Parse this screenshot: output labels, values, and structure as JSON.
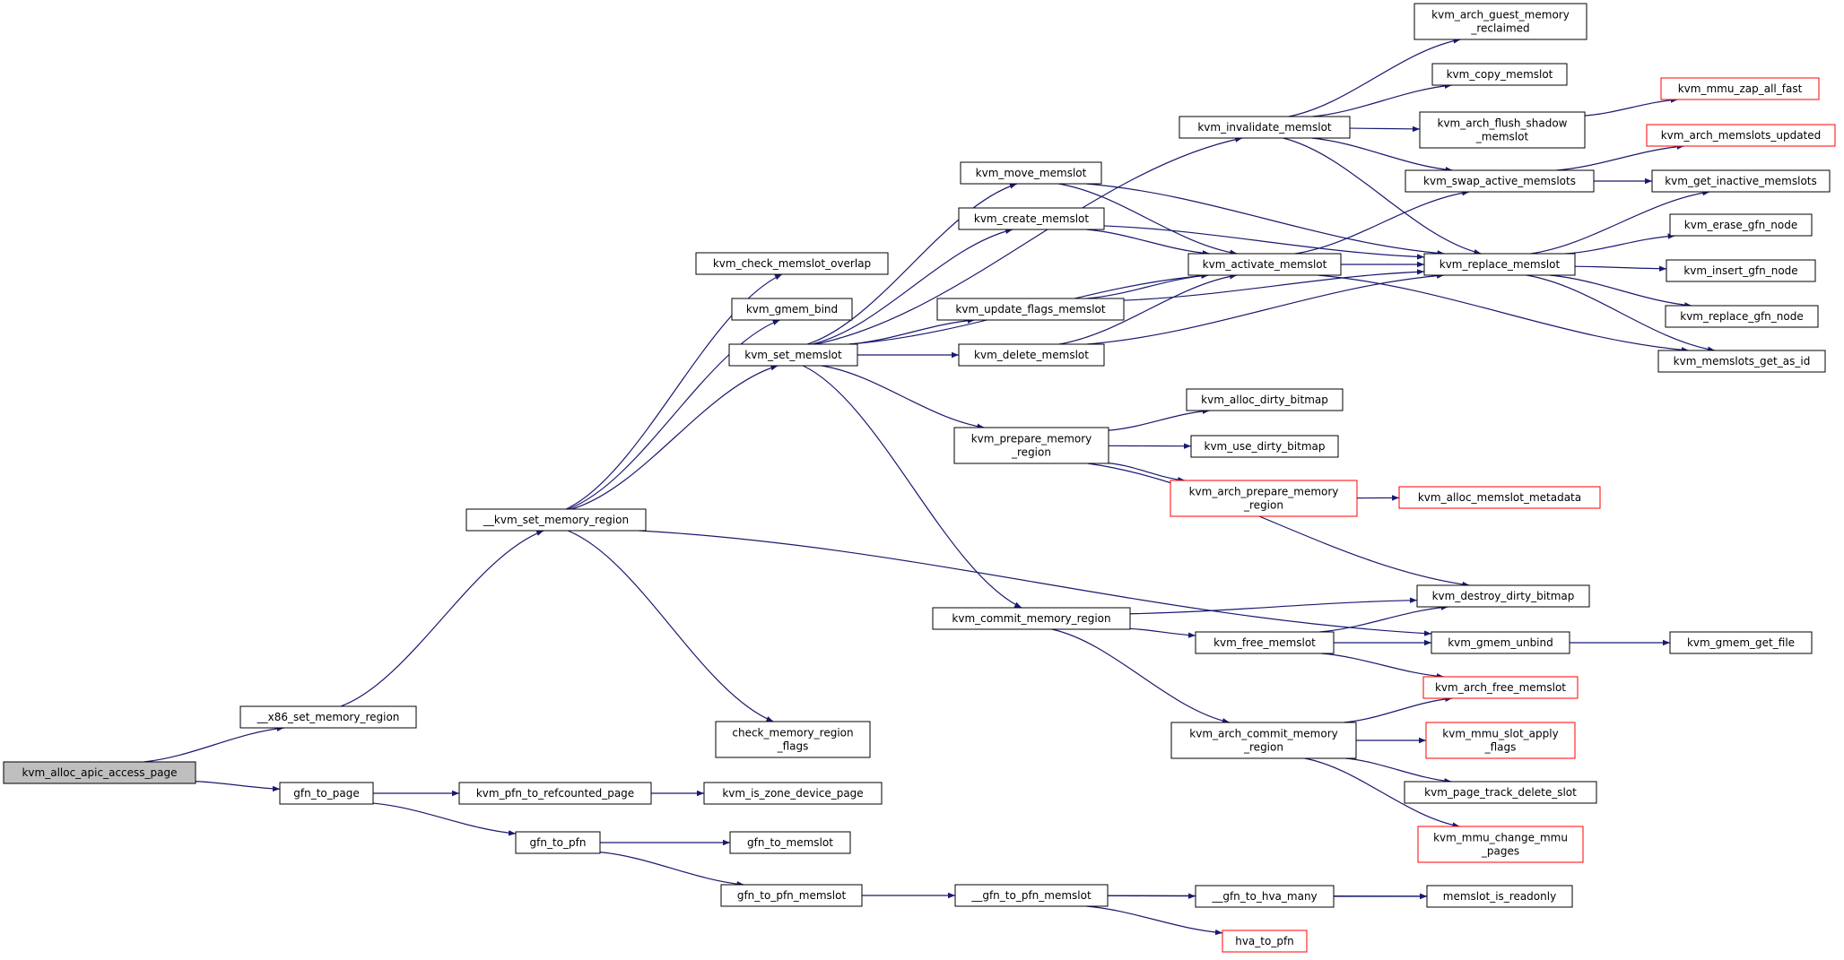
{
  "graph": {
    "colors": {
      "edge": "#191970",
      "node_border": "#000000",
      "node_fill": "#ffffff",
      "root_fill": "#bfbfbf",
      "external_border": "#ff0000"
    },
    "nodes": [
      {
        "id": "n0",
        "lines": [
          "kvm_alloc_apic_access_page"
        ],
        "style": "root"
      },
      {
        "id": "n1",
        "lines": [
          "__x86_set_memory_region"
        ]
      },
      {
        "id": "n2",
        "lines": [
          "gfn_to_page"
        ]
      },
      {
        "id": "n3",
        "lines": [
          "__kvm_set_memory_region"
        ]
      },
      {
        "id": "n4",
        "lines": [
          "kvm_check_memslot_overlap"
        ]
      },
      {
        "id": "n5",
        "lines": [
          "kvm_gmem_bind"
        ]
      },
      {
        "id": "n6",
        "lines": [
          "kvm_set_memslot"
        ]
      },
      {
        "id": "n7",
        "lines": [
          "check_memory_region",
          "_flags"
        ]
      },
      {
        "id": "n8",
        "lines": [
          "kvm_pfn_to_refcounted_page"
        ]
      },
      {
        "id": "n9",
        "lines": [
          "gfn_to_pfn"
        ]
      },
      {
        "id": "n10",
        "lines": [
          "kvm_is_zone_device_page"
        ]
      },
      {
        "id": "n11",
        "lines": [
          "gfn_to_memslot"
        ]
      },
      {
        "id": "n12",
        "lines": [
          "gfn_to_pfn_memslot"
        ]
      },
      {
        "id": "n13",
        "lines": [
          "__gfn_to_pfn_memslot"
        ]
      },
      {
        "id": "n14",
        "lines": [
          "kvm_move_memslot"
        ]
      },
      {
        "id": "n15",
        "lines": [
          "kvm_create_memslot"
        ]
      },
      {
        "id": "n16",
        "lines": [
          "kvm_update_flags_memslot"
        ]
      },
      {
        "id": "n17",
        "lines": [
          "kvm_delete_memslot"
        ]
      },
      {
        "id": "n18",
        "lines": [
          "kvm_prepare_memory",
          "_region"
        ]
      },
      {
        "id": "n19",
        "lines": [
          "kvm_commit_memory_region"
        ]
      },
      {
        "id": "n20",
        "lines": [
          "kvm_invalidate_memslot"
        ]
      },
      {
        "id": "n21",
        "lines": [
          "kvm_activate_memslot"
        ]
      },
      {
        "id": "n22",
        "lines": [
          "kvm_alloc_dirty_bitmap"
        ]
      },
      {
        "id": "n23",
        "lines": [
          "kvm_use_dirty_bitmap"
        ]
      },
      {
        "id": "n24",
        "lines": [
          "kvm_arch_prepare_memory",
          "_region"
        ],
        "style": "external"
      },
      {
        "id": "n25",
        "lines": [
          "kvm_free_memslot"
        ]
      },
      {
        "id": "n26",
        "lines": [
          "kvm_arch_commit_memory",
          "_region"
        ]
      },
      {
        "id": "n27",
        "lines": [
          "__gfn_to_hva_many"
        ]
      },
      {
        "id": "n28",
        "lines": [
          "hva_to_pfn"
        ],
        "style": "external"
      },
      {
        "id": "n29",
        "lines": [
          "kvm_arch_guest_memory",
          "_reclaimed"
        ]
      },
      {
        "id": "n30",
        "lines": [
          "kvm_copy_memslot"
        ]
      },
      {
        "id": "n31",
        "lines": [
          "kvm_arch_flush_shadow",
          "_memslot"
        ]
      },
      {
        "id": "n32",
        "lines": [
          "kvm_swap_active_memslots"
        ]
      },
      {
        "id": "n33",
        "lines": [
          "kvm_replace_memslot"
        ]
      },
      {
        "id": "n34",
        "lines": [
          "kvm_alloc_memslot_metadata"
        ],
        "style": "external"
      },
      {
        "id": "n35",
        "lines": [
          "kvm_destroy_dirty_bitmap"
        ]
      },
      {
        "id": "n36",
        "lines": [
          "kvm_gmem_unbind"
        ]
      },
      {
        "id": "n37",
        "lines": [
          "kvm_arch_free_memslot"
        ],
        "style": "external"
      },
      {
        "id": "n38",
        "lines": [
          "kvm_mmu_slot_apply",
          "_flags"
        ],
        "style": "external"
      },
      {
        "id": "n39",
        "lines": [
          "kvm_page_track_delete_slot"
        ]
      },
      {
        "id": "n40",
        "lines": [
          "kvm_mmu_change_mmu",
          "_pages"
        ],
        "style": "external"
      },
      {
        "id": "n41",
        "lines": [
          "memslot_is_readonly"
        ]
      },
      {
        "id": "n42",
        "lines": [
          "kvm_mmu_zap_all_fast"
        ],
        "style": "external"
      },
      {
        "id": "n43",
        "lines": [
          "kvm_arch_memslots_updated"
        ],
        "style": "external"
      },
      {
        "id": "n44",
        "lines": [
          "kvm_get_inactive_memslots"
        ]
      },
      {
        "id": "n45",
        "lines": [
          "kvm_erase_gfn_node"
        ]
      },
      {
        "id": "n46",
        "lines": [
          "kvm_insert_gfn_node"
        ]
      },
      {
        "id": "n47",
        "lines": [
          "kvm_replace_gfn_node"
        ]
      },
      {
        "id": "n48",
        "lines": [
          "kvm_memslots_get_as_id"
        ]
      },
      {
        "id": "n49",
        "lines": [
          "kvm_gmem_get_file"
        ]
      }
    ],
    "edges": [
      [
        "n0",
        "n1"
      ],
      [
        "n0",
        "n2"
      ],
      [
        "n1",
        "n3"
      ],
      [
        "n2",
        "n8"
      ],
      [
        "n2",
        "n9"
      ],
      [
        "n3",
        "n4"
      ],
      [
        "n3",
        "n5"
      ],
      [
        "n3",
        "n6"
      ],
      [
        "n3",
        "n7"
      ],
      [
        "n3",
        "n36"
      ],
      [
        "n6",
        "n14"
      ],
      [
        "n6",
        "n15"
      ],
      [
        "n6",
        "n16"
      ],
      [
        "n6",
        "n17"
      ],
      [
        "n6",
        "n18"
      ],
      [
        "n6",
        "n19"
      ],
      [
        "n6",
        "n20"
      ],
      [
        "n6",
        "n21"
      ],
      [
        "n8",
        "n10"
      ],
      [
        "n9",
        "n11"
      ],
      [
        "n9",
        "n12"
      ],
      [
        "n12",
        "n13"
      ],
      [
        "n13",
        "n27"
      ],
      [
        "n13",
        "n28"
      ],
      [
        "n13",
        "n41"
      ],
      [
        "n14",
        "n21"
      ],
      [
        "n14",
        "n33"
      ],
      [
        "n15",
        "n21"
      ],
      [
        "n15",
        "n33"
      ],
      [
        "n16",
        "n21"
      ],
      [
        "n16",
        "n33"
      ],
      [
        "n17",
        "n21"
      ],
      [
        "n17",
        "n33"
      ],
      [
        "n18",
        "n22"
      ],
      [
        "n18",
        "n23"
      ],
      [
        "n18",
        "n24"
      ],
      [
        "n18",
        "n35"
      ],
      [
        "n19",
        "n25"
      ],
      [
        "n19",
        "n26"
      ],
      [
        "n19",
        "n35"
      ],
      [
        "n20",
        "n29"
      ],
      [
        "n20",
        "n30"
      ],
      [
        "n20",
        "n31"
      ],
      [
        "n20",
        "n32"
      ],
      [
        "n20",
        "n33"
      ],
      [
        "n21",
        "n32"
      ],
      [
        "n21",
        "n33"
      ],
      [
        "n21",
        "n48"
      ],
      [
        "n24",
        "n34"
      ],
      [
        "n25",
        "n35"
      ],
      [
        "n25",
        "n36"
      ],
      [
        "n25",
        "n37"
      ],
      [
        "n26",
        "n37"
      ],
      [
        "n26",
        "n38"
      ],
      [
        "n26",
        "n39"
      ],
      [
        "n26",
        "n40"
      ],
      [
        "n27",
        "n41"
      ],
      [
        "n31",
        "n42"
      ],
      [
        "n32",
        "n43"
      ],
      [
        "n32",
        "n44"
      ],
      [
        "n33",
        "n44"
      ],
      [
        "n33",
        "n45"
      ],
      [
        "n33",
        "n46"
      ],
      [
        "n33",
        "n47"
      ],
      [
        "n33",
        "n48"
      ],
      [
        "n36",
        "n49"
      ]
    ]
  }
}
